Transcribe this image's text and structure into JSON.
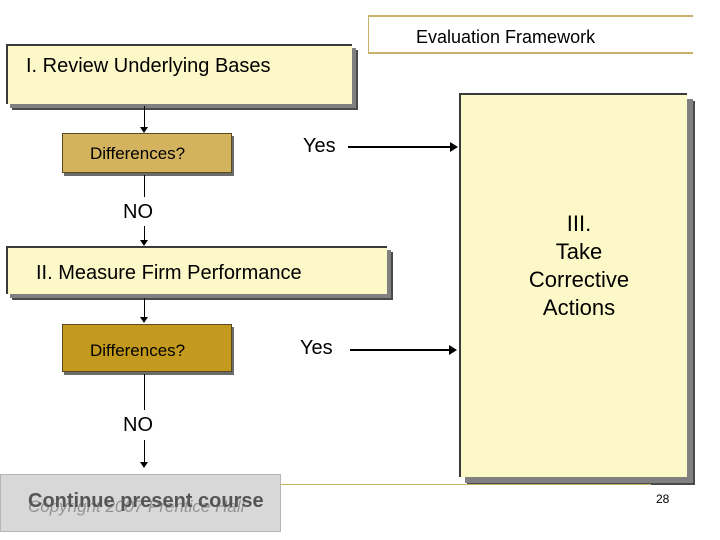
{
  "title": "Evaluation Framework",
  "step1": {
    "label": "I.  Review Underlying Bases"
  },
  "step2": {
    "label": "II.  Measure Firm Performance"
  },
  "step3": {
    "line1": "III.",
    "line2": "Take",
    "line3": "Corrective",
    "line4": "Actions"
  },
  "decision1": {
    "label": "Differences?",
    "yes": "Yes",
    "no": "NO"
  },
  "decision2": {
    "label": "Differences?",
    "yes": "Yes",
    "no": "NO"
  },
  "footer": {
    "continue_label": "Continue present course",
    "copyright": "Copyright 2007 Prentice Hall",
    "page_number": "28"
  }
}
